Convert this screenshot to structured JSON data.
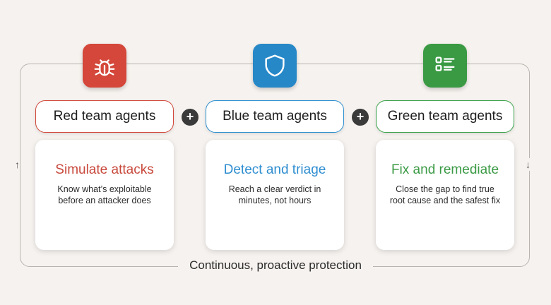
{
  "colors": {
    "red": "#d1483a",
    "blue": "#2b8fcf",
    "green": "#3aa24a",
    "red_heading": "#c8493c",
    "blue_heading": "#2f8ed0",
    "green_heading": "#3b9a45"
  },
  "teams": [
    {
      "icon": "bug-icon",
      "label": "Red team agents",
      "heading": "Simulate attacks",
      "desc_line1": "Know what’s exploitable",
      "desc_line2": "before an attacker does"
    },
    {
      "icon": "shield-icon",
      "label": "Blue team agents",
      "heading": "Detect and triage",
      "desc_line1": "Reach a clear verdict in",
      "desc_line2": "minutes, not hours"
    },
    {
      "icon": "checklist-icon",
      "label": "Green team agents",
      "heading": "Fix and remediate",
      "desc_line1": "Close the gap to find true",
      "desc_line2": "root cause and the safest fix"
    }
  ],
  "operators": [
    "+",
    "+"
  ],
  "arrows": {
    "left": "↑",
    "right": "↓"
  },
  "loop_label": "Continuous, proactive protection"
}
